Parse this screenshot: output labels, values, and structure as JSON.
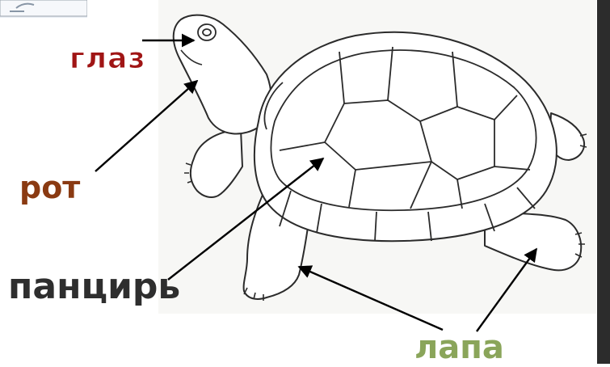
{
  "labels": {
    "eye": "глаз",
    "mouth": "рот",
    "shell": "панцирь",
    "leg": "лапа"
  },
  "colors": {
    "eye_label": "#a01515",
    "mouth_label": "#8a3a12",
    "shell_label": "#2e2e2e",
    "leg_label": "#8aa55a",
    "arrows": "#000000",
    "outline": "#2b2b2b",
    "right_bar": "#2c2c2c"
  }
}
